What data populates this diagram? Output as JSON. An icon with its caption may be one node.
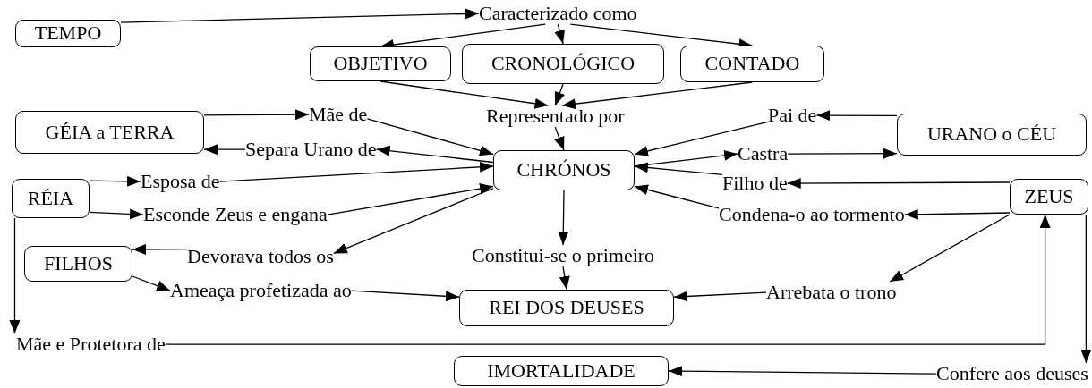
{
  "diagram": {
    "nodes": [
      {
        "text": [
          "TEMPO"
        ]
      },
      {
        "text": [
          "Caracterizado como"
        ]
      },
      {
        "text": [
          "OBJETIVO"
        ]
      },
      {
        "text": [
          "CRONOLÓGICO"
        ]
      },
      {
        "text": [
          "CONTADO"
        ]
      },
      {
        "text": [
          "Representado por"
        ]
      },
      {
        "text": [
          "GÉIA a TERRA"
        ]
      },
      {
        "text": [
          "Mãe de"
        ]
      },
      {
        "text": [
          "Separa Urano de"
        ]
      },
      {
        "text": [
          "CHRÓNOS"
        ]
      },
      {
        "text": [
          "Pai de"
        ]
      },
      {
        "text": [
          "URANO o CÉU"
        ]
      },
      {
        "text": [
          "Castra"
        ]
      },
      {
        "text": [
          "Filho de"
        ]
      },
      {
        "text": [
          "RÉIA"
        ]
      },
      {
        "text": [
          "Esposa de"
        ]
      },
      {
        "text": [
          "Esconde Zeus e engana"
        ]
      },
      {
        "text": [
          "ZEUS"
        ]
      },
      {
        "text": [
          "Condena-o ao tormento"
        ]
      },
      {
        "text": [
          "FILHOS"
        ]
      },
      {
        "text": [
          "Devorava todos os"
        ]
      },
      {
        "text": [
          "Constitui-se o primeiro"
        ]
      },
      {
        "text": [
          "Ameaça profetizada ao"
        ]
      },
      {
        "text": [
          "REI DOS DEUSES"
        ]
      },
      {
        "text": [
          "Arrebata o trono"
        ]
      },
      {
        "text": [
          "Mãe e Protetora de"
        ]
      },
      {
        "text": [
          "IMORTALIDADE"
        ]
      },
      {
        "text": [
          "Confere aos deuses"
        ]
      }
    ],
    "edges": [
      {
        "from": 0,
        "to": 1,
        "arrow": "to"
      },
      {
        "from": 1,
        "to": 2,
        "arrow": "to"
      },
      {
        "from": 1,
        "to": 3,
        "arrow": "to"
      },
      {
        "from": 1,
        "to": 4,
        "arrow": "to"
      },
      {
        "from": 2,
        "to": 5,
        "arrow": "to"
      },
      {
        "from": 3,
        "to": 5,
        "arrow": "to"
      },
      {
        "from": 4,
        "to": 5,
        "arrow": "to"
      },
      {
        "from": 5,
        "to": 9,
        "arrow": "to"
      },
      {
        "from": 6,
        "to": 7,
        "arrow": "to"
      },
      {
        "from": 7,
        "to": 9,
        "arrow": "to"
      },
      {
        "from": 9,
        "to": 8,
        "arrow": "to"
      },
      {
        "from": 8,
        "to": 6,
        "arrow": "to"
      },
      {
        "from": 11,
        "to": 10,
        "arrow": "to"
      },
      {
        "from": 10,
        "to": 9,
        "arrow": "to"
      },
      {
        "from": 9,
        "to": 12,
        "arrow": "to"
      },
      {
        "from": 12,
        "to": 11,
        "arrow": "to"
      },
      {
        "from": 17,
        "to": 13,
        "arrow": "to"
      },
      {
        "from": 13,
        "to": 9,
        "arrow": "to"
      },
      {
        "from": 14,
        "to": 15,
        "arrow": "to"
      },
      {
        "from": 15,
        "to": 9,
        "arrow": "to"
      },
      {
        "from": 14,
        "to": 16,
        "arrow": "to"
      },
      {
        "from": 16,
        "to": 9,
        "arrow": "to"
      },
      {
        "from": 17,
        "to": 18,
        "arrow": "to"
      },
      {
        "from": 18,
        "to": 9,
        "arrow": "to"
      },
      {
        "from": 9,
        "to": 20,
        "arrow": "to"
      },
      {
        "from": 20,
        "to": 19,
        "arrow": "to"
      },
      {
        "from": 9,
        "to": 21,
        "arrow": "to"
      },
      {
        "from": 21,
        "to": 23,
        "arrow": "to"
      },
      {
        "from": 19,
        "to": 22,
        "arrow": "to"
      },
      {
        "from": 22,
        "to": 23,
        "arrow": "to"
      },
      {
        "from": 17,
        "to": 24,
        "arrow": "to"
      },
      {
        "from": 24,
        "to": 23,
        "arrow": "to"
      },
      {
        "from": 14,
        "to": 25,
        "arrow": "to"
      },
      {
        "from": 25,
        "to": 17,
        "arrow": "to"
      },
      {
        "from": 17,
        "to": 27,
        "arrow": "to"
      },
      {
        "from": 27,
        "to": 26,
        "arrow": "to"
      }
    ]
  }
}
